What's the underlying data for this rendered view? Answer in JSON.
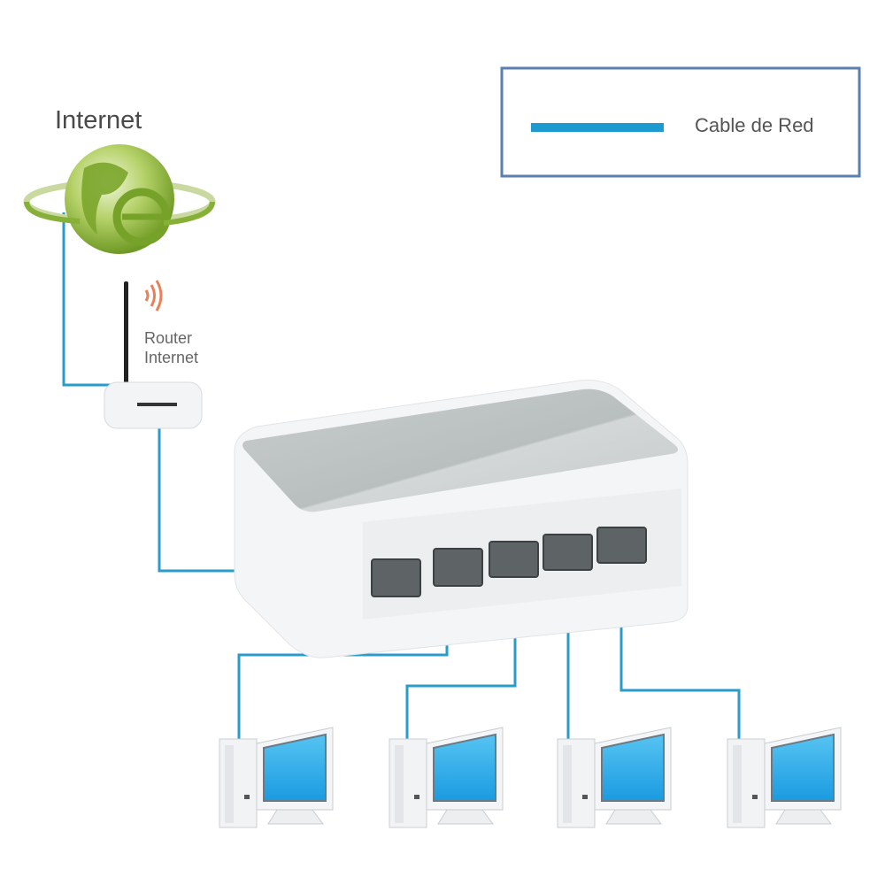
{
  "labels": {
    "internet": "Internet",
    "router_line1": "Router",
    "router_line2": "Internet"
  },
  "legend": {
    "cable_label": "Cable de Red"
  },
  "devices": {
    "switch_ports": 5,
    "computers": 4
  },
  "colors": {
    "cable": "#2a9cc8",
    "legend_border": "#5b7fb0",
    "globe": "#8ab43a",
    "screen": "#29a9e6",
    "signal": "#e8805a"
  }
}
